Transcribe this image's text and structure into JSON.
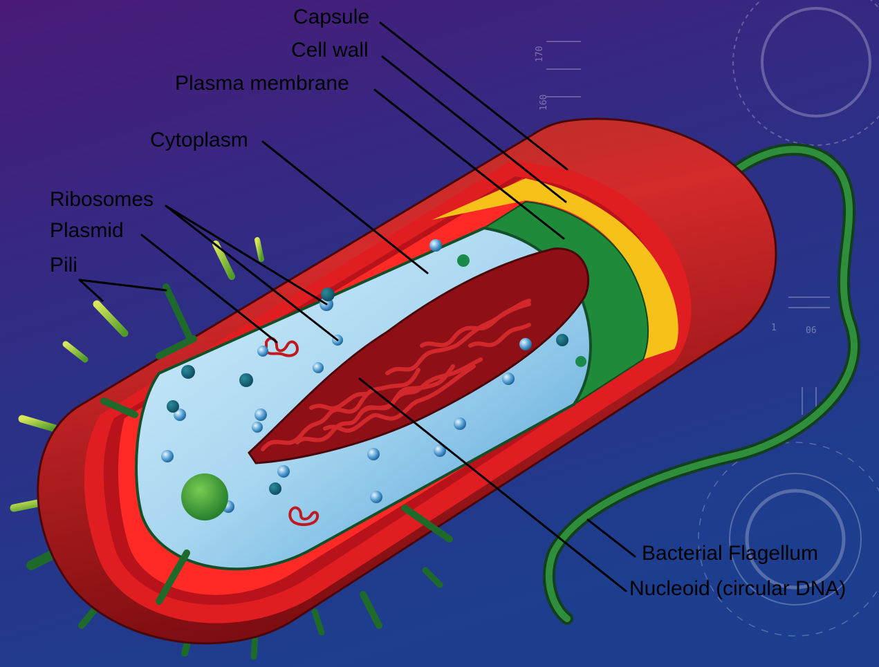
{
  "diagram": {
    "labels": {
      "capsule": "Capsule",
      "cell_wall": "Cell wall",
      "plasma_membrane": "Plasma membrane",
      "cytoplasm": "Cytoplasm",
      "ribosomes": "Ribosomes",
      "plasmid": "Plasmid",
      "pili": "Pili",
      "flagellum": "Bacterial Flagellum",
      "nucleoid": "Nucleoid (circular DNA)"
    },
    "decor": {
      "tick_170": "170",
      "tick_160": "160",
      "tick_06": "06",
      "tick_1": "1"
    }
  },
  "colors": {
    "background_top": "#3a1a6e",
    "background_bottom": "#1c3f8c",
    "capsule": "#c81e22",
    "cell_wall": "#f6c21a",
    "plasma_membrane": "#1e8a3a",
    "cytoplasm": "#a9d8f2",
    "nucleoid": "#a01218",
    "flagellum": "#1f6e2c"
  }
}
